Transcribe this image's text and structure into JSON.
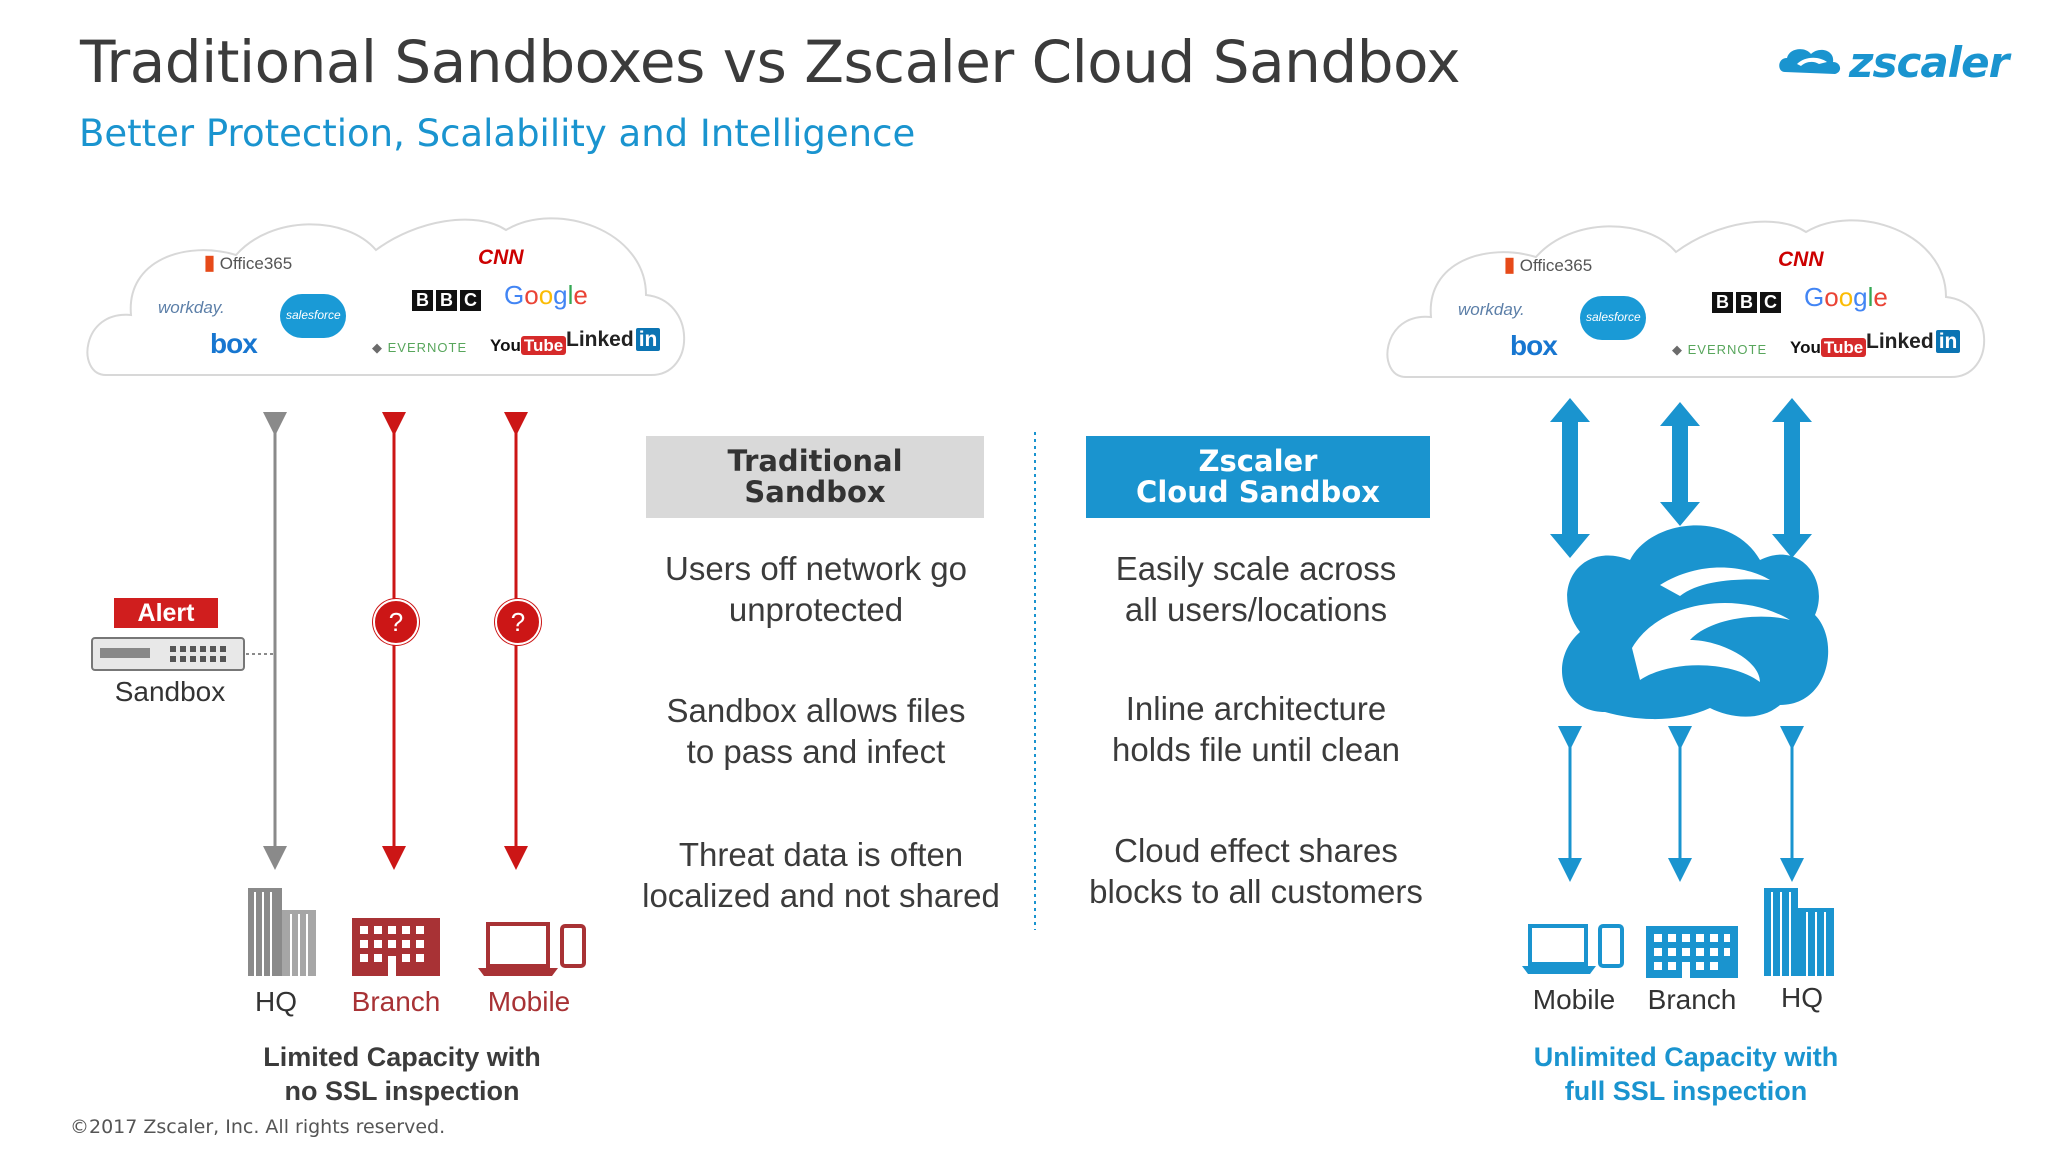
{
  "header": {
    "title": "Traditional Sandboxes vs Zscaler Cloud Sandbox",
    "subtitle": "Better Protection, Scalability and Intelligence",
    "logo_text": "zscaler"
  },
  "cloud_apps": {
    "office": "Office365",
    "workday": "workday.",
    "salesforce": "salesforce",
    "box": "box",
    "cnn": "CNN",
    "bbc": [
      "B",
      "B",
      "C"
    ],
    "google": [
      "G",
      "o",
      "o",
      "g",
      "l",
      "e"
    ],
    "evernote": "EVERNOTE",
    "youtube_you": "You",
    "youtube_tube": "Tube",
    "linkedin_text": "Linked",
    "linkedin_in": "in"
  },
  "left": {
    "alert_label": "Alert",
    "sandbox_label": "Sandbox",
    "question_mark": "?",
    "locations": {
      "hq": "HQ",
      "branch": "Branch",
      "mobile": "Mobile"
    },
    "caption_line1": "Limited Capacity with",
    "caption_line2": "no SSL inspection"
  },
  "traditional": {
    "heading_line1": "Traditional",
    "heading_line2": "Sandbox",
    "statements": [
      [
        "Users off network go",
        "unprotected"
      ],
      [
        "Sandbox allows files",
        "to pass and infect"
      ],
      [
        "Threat data is often",
        "localized and not shared"
      ]
    ]
  },
  "zscaler": {
    "heading_line1": "Zscaler",
    "heading_line2": "Cloud Sandbox",
    "statements": [
      [
        "Easily scale across",
        "all users/locations"
      ],
      [
        "Inline architecture",
        "holds file until clean"
      ],
      [
        "Cloud effect shares",
        "blocks to all customers"
      ]
    ]
  },
  "right": {
    "locations": {
      "mobile": "Mobile",
      "branch": "Branch",
      "hq": "HQ"
    },
    "caption_line1": "Unlimited Capacity with",
    "caption_line2": "full SSL inspection"
  },
  "footer": "©2017 Zscaler, Inc. All rights reserved.",
  "colors": {
    "accent_blue": "#1a94cf",
    "alert_red": "#d01e1e",
    "dark_red": "#a83235",
    "gray": "#8a8a8a",
    "text_dark": "#3b3b3b"
  }
}
